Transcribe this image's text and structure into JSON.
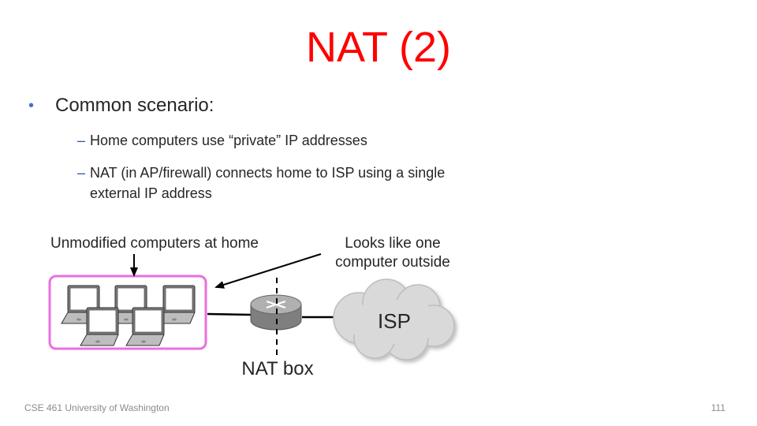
{
  "slide": {
    "title": "NAT (2)",
    "bullets": [
      {
        "text": "Common scenario:",
        "sub": [
          "Home computers use “private” IP addresses",
          "NAT (in AP/firewall) connects home to ISP using a single external IP address"
        ]
      }
    ]
  },
  "diagram": {
    "label_home": "Unmodified computers at home",
    "label_outside": "Looks like one computer outside",
    "cloud_label": "ISP",
    "router_label": "NAT box"
  },
  "footer": {
    "course": "CSE 461 University of Washington",
    "page": "111"
  },
  "colors": {
    "title": "#ff0000",
    "bullet_dot": "#4472c4",
    "home_border": "#ea6fe0",
    "router": "#8c8c8c",
    "cloud": "#d9d9d9"
  },
  "icons": [
    "laptop-icon",
    "router-icon",
    "cloud-icon",
    "arrow-icon"
  ]
}
